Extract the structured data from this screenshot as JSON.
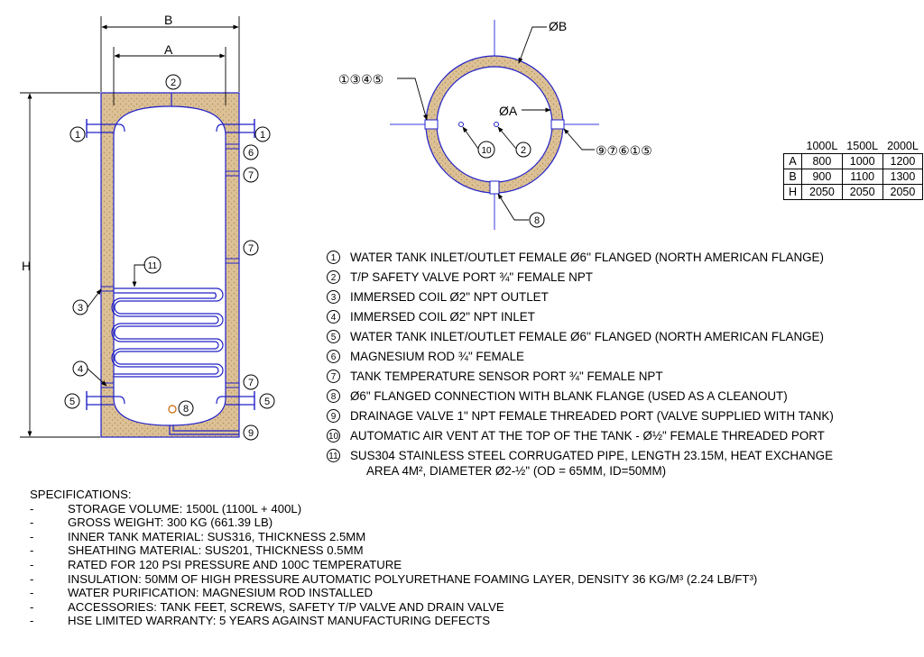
{
  "dimension_labels": {
    "b": "B",
    "a": "A",
    "h": "H",
    "diam_b": "ØB",
    "diam_a": "ØA"
  },
  "callouts": {
    "c1": "1",
    "c2": "2",
    "c3": "3",
    "c4": "4",
    "c5": "5",
    "c6": "6",
    "c7": "7",
    "c8": "8",
    "c9": "9",
    "c10": "10",
    "c11": "11",
    "top_group": "①③④⑤",
    "right_group": "⑨⑦⑥①⑤"
  },
  "dimension_table": {
    "columns": [
      "1000L",
      "1500L",
      "2000L"
    ],
    "rows": [
      {
        "label": "A",
        "values": [
          "800",
          "1000",
          "1200"
        ]
      },
      {
        "label": "B",
        "values": [
          "900",
          "1100",
          "1300"
        ]
      },
      {
        "label": "H",
        "values": [
          "2050",
          "2050",
          "2050"
        ]
      }
    ]
  },
  "legend": [
    {
      "num": "1",
      "text": "WATER TANK INLET/OUTLET FEMALE Ø6'' FLANGED (NORTH AMERICAN FLANGE)"
    },
    {
      "num": "2",
      "text": "T/P SAFETY VALVE PORT ¾\" FEMALE NPT"
    },
    {
      "num": "3",
      "text": "IMMERSED COIL Ø2\" NPT OUTLET"
    },
    {
      "num": "4",
      "text": "IMMERSED COIL Ø2\" NPT INLET"
    },
    {
      "num": "5",
      "text": "WATER TANK INLET/OUTLET FEMALE Ø6'' FLANGED (NORTH AMERICAN FLANGE)"
    },
    {
      "num": "6",
      "text": "MAGNESIUM ROD ¾\" FEMALE"
    },
    {
      "num": "7",
      "text": "TANK TEMPERATURE SENSOR PORT ¾\" FEMALE NPT"
    },
    {
      "num": "8",
      "text": "Ø6\" FLANGED CONNECTION WITH BLANK FLANGE (USED AS A CLEANOUT)"
    },
    {
      "num": "9",
      "text": "DRAINAGE VALVE 1\" NPT FEMALE THREADED PORT (VALVE SUPPLIED WITH TANK)"
    },
    {
      "num": "10",
      "text": "AUTOMATIC AIR VENT AT THE TOP OF THE TANK - Ø½\" FEMALE THREADED PORT"
    },
    {
      "num": "11",
      "text": "SUS304 STAINLESS STEEL CORRUGATED PIPE, LENGTH 23.15M, HEAT EXCHANGE",
      "text2": "AREA 4M², DIAMETER Ø2-½\" (OD = 65MM, ID=50MM)"
    }
  ],
  "specifications": {
    "title": "SPECIFICATIONS:",
    "items": [
      "STORAGE VOLUME: 1500L (1100L + 400L)",
      "GROSS WEIGHT: 300 KG (661.39 LB)",
      "INNER TANK MATERIAL: SUS316, THICKNESS 2.5MM",
      "SHEATHING MATERIAL: SUS201, THICKNESS 0.5MM",
      "RATED FOR 120 PSI PRESSURE AND 100C TEMPERATURE",
      "INSULATION: 50MM OF HIGH PRESSURE AUTOMATIC POLYURETHANE FOAMING LAYER, DENSITY 36 KG/M³ (2.24 LB/FT³)",
      "WATER PURIFICATION: MAGNESIUM ROD INSTALLED",
      "ACCESSORIES: TANK FEET, SCREWS, SAFETY T/P VALVE AND DRAIN VALVE",
      "HSE LIMITED WARRANTY: 5 YEARS AGAINST MANUFACTURING DEFECTS"
    ],
    "dash": "-"
  },
  "colors": {
    "insulation": "#dcc196",
    "tank_line": "#2020c8",
    "centerline": "#3a3ae0",
    "ink": "#000000",
    "port_8": "#d07820"
  }
}
